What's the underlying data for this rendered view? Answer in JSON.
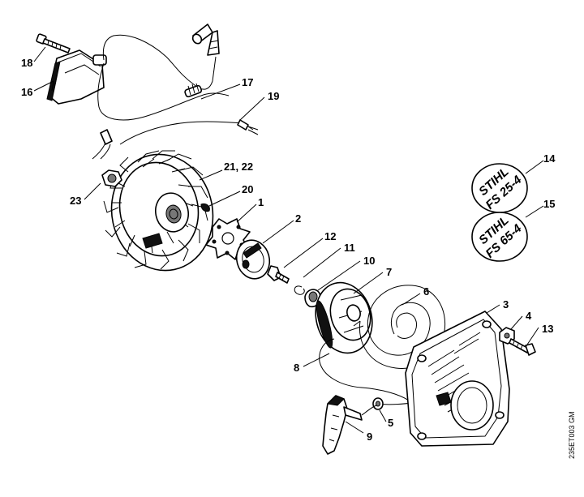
{
  "diagram_code": "235ET003 GM",
  "part_numbers": {
    "p1": "1",
    "p2": "2",
    "p3": "3",
    "p4": "4",
    "p5": "5",
    "p6": "6",
    "p7": "7",
    "p8": "8",
    "p9": "9",
    "p10": "10",
    "p11": "11",
    "p12": "12",
    "p13": "13",
    "p14": "14",
    "p15": "15",
    "p16": "16",
    "p17": "17",
    "p18": "18",
    "p19": "19",
    "p20": "20",
    "p21_22": "21, 22",
    "p23": "23"
  },
  "decals": {
    "fs25_brand": "STIHL",
    "fs25_model": "FS 25-4",
    "fs65_brand": "STIHL",
    "fs65_model": "FS 65-4"
  }
}
